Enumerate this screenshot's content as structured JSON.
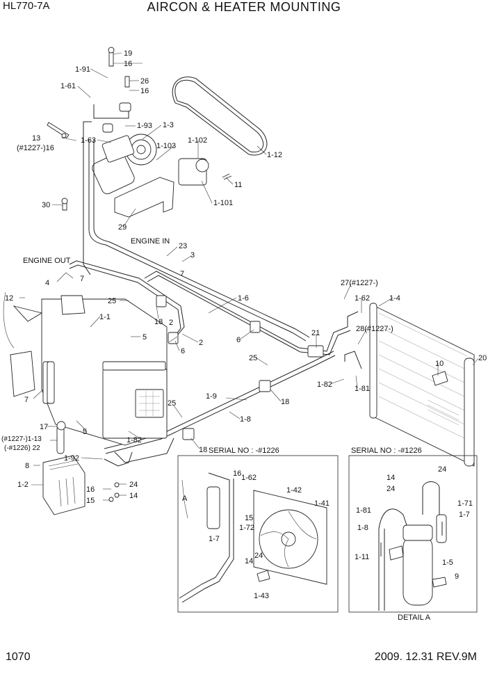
{
  "header": {
    "model": "HL770-7A",
    "title": "AIRCON & HEATER MOUNTING"
  },
  "footer": {
    "page_number": "1070",
    "revision": "2009. 12.31  REV.9M"
  },
  "notes": {
    "engine_in": "ENGINE IN",
    "engine_out": "ENGINE OUT",
    "serial_left": "SERIAL NO : -#1226",
    "serial_right": "SERIAL NO : -#1226",
    "detail_a": "DETAIL A",
    "detail_ref": "A"
  },
  "callouts": [
    "19",
    "16",
    "1-91",
    "26",
    "16",
    "1-61",
    "1-93",
    "1-3",
    "13",
    "(#1227-)16",
    "1-63",
    "1-103",
    "1-102",
    "1-12",
    "11",
    "1-101",
    "30",
    "29",
    "23",
    "3",
    "7",
    "4",
    "7",
    "12",
    "25",
    "1-6",
    "1-1",
    "2",
    "18",
    "5",
    "2",
    "6",
    "6",
    "27(#1227-)",
    "1-4",
    "1-62",
    "28(#1227-)",
    "21",
    "20",
    "10",
    "25",
    "1-82",
    "1-81",
    "7",
    "1-9",
    "18",
    "17",
    "1-8",
    "25",
    "(#1227-)1-13",
    "(-#1226) 22",
    "5",
    "1-82",
    "18",
    "8",
    "1-92",
    "1-2",
    "16",
    "24",
    "15",
    "14",
    "16",
    "1-62",
    "1-42",
    "1-41",
    "15",
    "1-72",
    "1-7",
    "24",
    "14",
    "1-43",
    "14",
    "24",
    "24",
    "1-71",
    "1-81",
    "1-8",
    "1-7",
    "1-11",
    "1-5",
    "9"
  ]
}
